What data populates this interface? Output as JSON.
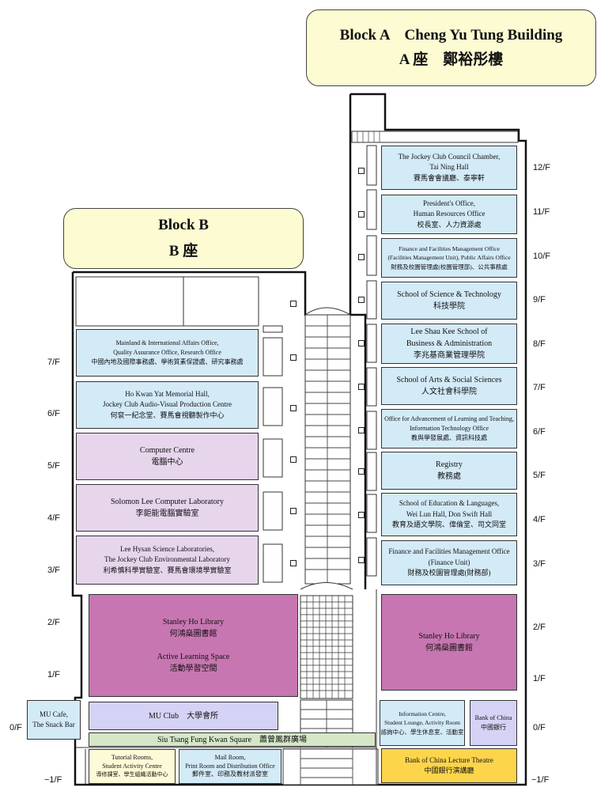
{
  "block_a": {
    "title_en": "Block A    Cheng Yu Tung Building",
    "title_zh": "A 座    鄭裕彤樓"
  },
  "block_b": {
    "title_en": "Block B",
    "title_zh": "B 座"
  },
  "levels_left": {
    "f7": "7/F",
    "f6": "6/F",
    "f5": "5/F",
    "f4": "4/F",
    "f3": "3/F",
    "f2": "2/F",
    "f1": "1/F",
    "f0": "0/F",
    "fm1": "−1/F"
  },
  "levels_right": {
    "f12": "12/F",
    "f11": "11/F",
    "f10": "10/F",
    "f9": "9/F",
    "f8": "8/F",
    "f7": "7/F",
    "f6": "6/F",
    "f5": "5/F",
    "f4": "4/F",
    "f3": "3/F",
    "f2": "2/F",
    "f1": "1/F",
    "f0": "0/F",
    "fm1": "−1/F"
  },
  "block_a_rooms": {
    "r12": {
      "en1": "The Jockey Club Council Chamber,",
      "en2": "Tai Ning Hall",
      "zh": "賽馬會會議廳、泰寧軒"
    },
    "r11": {
      "en1": "President's Office,",
      "en2": "Human Resources Office",
      "zh": "校長室、人力資源處"
    },
    "r10": {
      "en1": "Finance and Facilities Management Office",
      "en2": "(Facilities Management Unit), Public Affairs Office",
      "zh": "財務及校園管理處(校園管理部)、公共事務處"
    },
    "r9": {
      "en": "School of Science & Technology",
      "zh": "科技學院"
    },
    "r8": {
      "en1": "Lee Shau Kee School of",
      "en2": "Business & Administration",
      "zh": "李兆基商業管理學院"
    },
    "r7": {
      "en": "School of Arts & Social Sciences",
      "zh": "人文社會科學院"
    },
    "r6": {
      "en1": "Office for Advancement of Learning and Teaching,",
      "en2": "Information Technology Office",
      "zh": "教與學發展處、資訊科技處"
    },
    "r5": {
      "en": "Registry",
      "zh": "教務處"
    },
    "r4": {
      "en1": "School of Education & Languages,",
      "en2": "Wei Lun Hall, Don Swift Hall",
      "zh": "教育及語文學院、偉倫堂、司文同堂"
    },
    "r3": {
      "en1": "Finance and Facilities Management Office",
      "en2": "(Finance Unit)",
      "zh": "財務及校園管理處(財務部)"
    },
    "library": {
      "en": "Stanley Ho Library",
      "zh": "何鴻燊圖書館"
    },
    "info": {
      "en1": "Information Centre,",
      "en2": "Student Lounge, Activity Room",
      "zh": "諮詢中心、學生休息室、活動室"
    },
    "bank": {
      "en": "Bank of China",
      "zh": "中國銀行"
    },
    "theatre": {
      "en": "Bank of China Lecture Theatre",
      "zh": "中國銀行演講廳"
    }
  },
  "block_b_rooms": {
    "r7": {
      "en1": "Mainland & International Affairs Office,",
      "en2": "Quality Assurance Office, Research Office",
      "zh": "中國內地及國際事務處、學術質素保證處、研究事務處"
    },
    "r6": {
      "en1": "Ho Kwan Yat Memorial Hall,",
      "en2": "Jockey Club Audio-Visual Production Centre",
      "zh": "何袞一紀念堂、賽馬會視聽製作中心"
    },
    "r5": {
      "en": "Computer Centre",
      "zh": "電腦中心"
    },
    "r4": {
      "en": "Solomon Lee Computer Laboratory",
      "zh": "李鉅能電腦實驗室"
    },
    "r3": {
      "en1": "Lee Hysan Science Laboratories,",
      "en2": "The Jockey Club Environmental Laboratory",
      "zh": "利希慎科學實驗室、賽馬會環境學實驗室"
    },
    "library": {
      "en": "Stanley Ho Library",
      "zh": "何鴻燊圖書館",
      "en2": "Active Learning Space",
      "zh2": "活動學習空間"
    },
    "mu_cafe": {
      "en1": "MU Cafe,",
      "en2": "The Snack Bar"
    },
    "mu_club": {
      "text": "MU Club    大學會所"
    },
    "square": {
      "text": "Siu Tsang Fung Kwan Square    蕭曾鳳群廣場"
    },
    "tutorial": {
      "en1": "Tutorial Rooms,",
      "en2": "Student Activity Centre",
      "zh": "導修課室、學生組織活動中心"
    },
    "mail": {
      "en1": "Mail Room,",
      "en2": "Print Room and Distribution Office",
      "zh": "郵件室、印務及教材派發室"
    }
  }
}
